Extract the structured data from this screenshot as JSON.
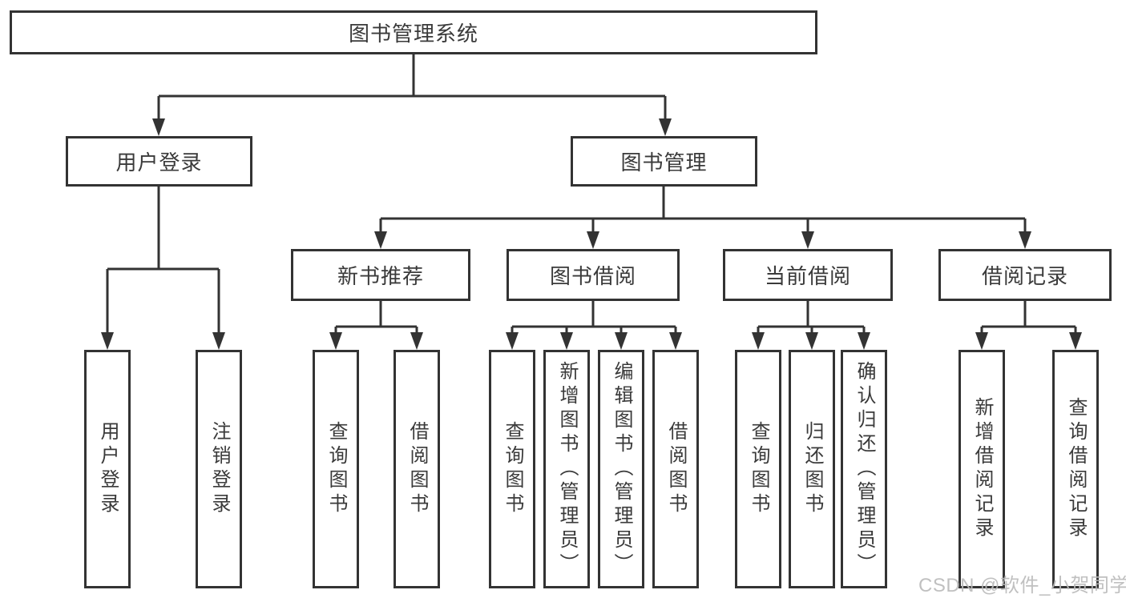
{
  "diagram": {
    "root": "图书管理系统",
    "level2": {
      "user_login": "用户登录",
      "book_management": "图书管理"
    },
    "level3": {
      "new_book_recommend": "新书推荐",
      "book_borrowing": "图书借阅",
      "current_borrowing": "当前借阅",
      "borrowing_records": "借阅记录"
    },
    "leaves": {
      "user_login": [
        "用户登录",
        "注销登录"
      ],
      "new_book_recommend": [
        "查询图书",
        "借阅图书"
      ],
      "book_borrowing": [
        "查询图书",
        "新增图书（管理员）",
        "编辑图书（管理员）",
        "借阅图书"
      ],
      "current_borrowing": [
        "查询图书",
        "归还图书",
        "确认归还（管理员）"
      ],
      "borrowing_records": [
        "新增借阅记录",
        "查询借阅记录"
      ]
    },
    "colors": {
      "line": "#333333",
      "text": "#3a3a3a",
      "background": "#ffffff",
      "watermark": "#b9b9b9"
    },
    "watermark": "CSDN @软件_小贺同学"
  }
}
